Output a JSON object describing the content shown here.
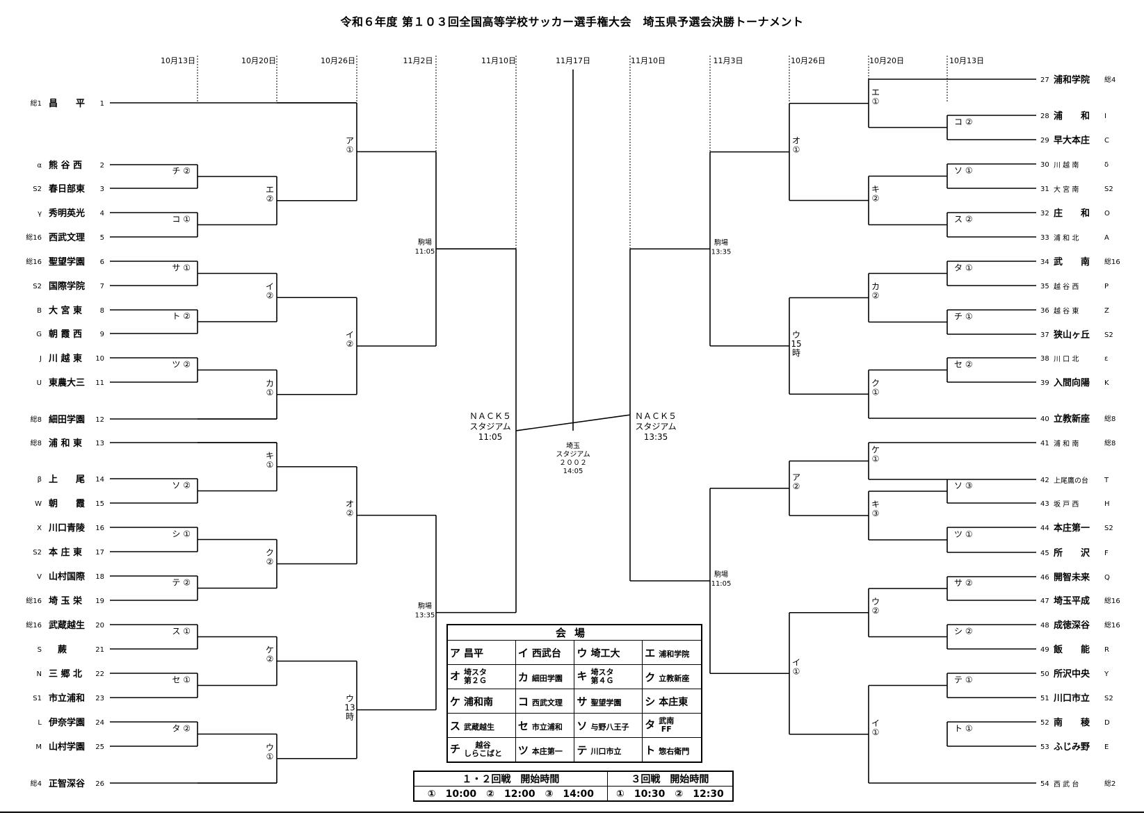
{
  "title": "令和６年度 第１０３回全国高等学校サッカー選手権大会　埼玉県予選会決勝トーナメント",
  "dates": [
    "10月13日",
    "10月20日",
    "10月26日",
    "11月2日",
    "11月10日",
    "11月17日",
    "11月10日",
    "11月3日",
    "10月26日",
    "10月20日",
    "10月13日"
  ],
  "teams": [
    {
      "no": "1",
      "name": "昌　　平",
      "seed": "総1"
    },
    {
      "no": "2",
      "name": "熊 谷 西",
      "seed": "α"
    },
    {
      "no": "3",
      "name": "春日部東",
      "seed": "S2"
    },
    {
      "no": "4",
      "name": "秀明英光",
      "seed": "γ"
    },
    {
      "no": "5",
      "name": "西武文理",
      "seed": "総16"
    },
    {
      "no": "6",
      "name": "聖望学園",
      "seed": "総16"
    },
    {
      "no": "7",
      "name": "国際学院",
      "seed": "S2"
    },
    {
      "no": "8",
      "name": "大 宮 東",
      "seed": "B"
    },
    {
      "no": "9",
      "name": "朝 霞 西",
      "seed": "G"
    },
    {
      "no": "10",
      "name": "川 越 東",
      "seed": "J"
    },
    {
      "no": "11",
      "name": "東農大三",
      "seed": "U"
    },
    {
      "no": "12",
      "name": "細田学園",
      "seed": "総8"
    },
    {
      "no": "13",
      "name": "浦 和 東",
      "seed": "総8"
    },
    {
      "no": "14",
      "name": "上　　尾",
      "seed": "β"
    },
    {
      "no": "15",
      "name": "朝　　霞",
      "seed": "W"
    },
    {
      "no": "16",
      "name": "川口青陵",
      "seed": "X"
    },
    {
      "no": "17",
      "name": "本 庄 東",
      "seed": "S2"
    },
    {
      "no": "18",
      "name": "山村国際",
      "seed": "V"
    },
    {
      "no": "19",
      "name": "埼 玉 栄",
      "seed": "総16"
    },
    {
      "no": "20",
      "name": "武蔵越生",
      "seed": "総16"
    },
    {
      "no": "21",
      "name": "　蕨　",
      "seed": "S"
    },
    {
      "no": "22",
      "name": "三 郷 北",
      "seed": "N"
    },
    {
      "no": "23",
      "name": "市立浦和",
      "seed": "S1"
    },
    {
      "no": "24",
      "name": "伊奈学園",
      "seed": "L"
    },
    {
      "no": "25",
      "name": "山村学園",
      "seed": "M"
    },
    {
      "no": "26",
      "name": "正智深谷",
      "seed": "総4"
    },
    {
      "no": "27",
      "name": "浦和学院",
      "seed": "総4"
    },
    {
      "no": "28",
      "name": "浦　　和",
      "seed": "I"
    },
    {
      "no": "29",
      "name": "早大本庄",
      "seed": "C"
    },
    {
      "no": "30",
      "name": "川 越 南",
      "seed": "δ"
    },
    {
      "no": "31",
      "name": "大 宮 南",
      "seed": "S2"
    },
    {
      "no": "32",
      "name": "庄　　和",
      "seed": "O"
    },
    {
      "no": "33",
      "name": "浦 和 北",
      "seed": "A"
    },
    {
      "no": "34",
      "name": "武　　南",
      "seed": "総16"
    },
    {
      "no": "35",
      "name": "越 谷 西",
      "seed": "P"
    },
    {
      "no": "36",
      "name": "越 谷 東",
      "seed": "Z"
    },
    {
      "no": "37",
      "name": "狭山ヶ丘",
      "seed": "S2"
    },
    {
      "no": "38",
      "name": "川 口 北",
      "seed": "ε"
    },
    {
      "no": "39",
      "name": "入間向陽",
      "seed": "K"
    },
    {
      "no": "40",
      "name": "立教新座",
      "seed": "総8"
    },
    {
      "no": "41",
      "name": "浦 和 南",
      "seed": "総8"
    },
    {
      "no": "42",
      "name": "上尾鷹の台",
      "seed": "T"
    },
    {
      "no": "43",
      "name": "坂 戸 西",
      "seed": "H"
    },
    {
      "no": "44",
      "name": "本庄第一",
      "seed": "S2"
    },
    {
      "no": "45",
      "name": "所　　沢",
      "seed": "F"
    },
    {
      "no": "46",
      "name": "開智未来",
      "seed": "Q"
    },
    {
      "no": "47",
      "name": "埼玉平成",
      "seed": "総16"
    },
    {
      "no": "48",
      "name": "成徳深谷",
      "seed": "総16"
    },
    {
      "no": "49",
      "name": "飯　　能",
      "seed": "R"
    },
    {
      "no": "50",
      "name": "所沢中央",
      "seed": "Y"
    },
    {
      "no": "51",
      "name": "川口市立",
      "seed": "S2"
    },
    {
      "no": "52",
      "name": "南　　稜",
      "seed": "D"
    },
    {
      "no": "53",
      "name": "ふじみ野",
      "seed": "E"
    },
    {
      "no": "54",
      "name": "西 武 台",
      "seed": "総2"
    }
  ],
  "match_labels": {
    "r1_left": [
      "チ ②",
      "コ ①",
      "サ ①",
      "ト ②",
      "ツ ②",
      "ソ ②",
      "シ ①",
      "テ ②",
      "ス ①",
      "セ ①",
      "タ ②"
    ],
    "r2_left": [
      "エ\n②",
      "イ\n②",
      "カ\n①",
      "キ\n①",
      "ク\n②",
      "ケ\n②",
      "ウ\n①"
    ],
    "r3_left": [
      "ア\n①",
      "イ\n②",
      "オ\n②",
      "ウ\n13\n時"
    ],
    "r1_right": [
      "コ ②",
      "ソ ①",
      "ス ②",
      "タ ①",
      "チ ①",
      "セ ②",
      "ソ ③",
      "ツ ①",
      "サ ②",
      "シ ②",
      "テ ①",
      "ト ①"
    ],
    "r2_right": [
      "エ\n①",
      "キ\n②",
      "カ\n②",
      "ク\n①",
      "ケ\n①",
      "キ\n③",
      "ウ\n②",
      "イ\n①"
    ],
    "r3_right": [
      "オ\n①",
      "ウ\n15\n時",
      "ア\n②",
      "イ\n①"
    ]
  },
  "qf_venues": {
    "left_top": {
      "venue": "駒場",
      "time": "11:05"
    },
    "left_bottom": {
      "venue": "駒場",
      "time": "13:35"
    },
    "right_top": {
      "venue": "駒場",
      "time": "13:35"
    },
    "right_bottom": {
      "venue": "駒場",
      "time": "11:05"
    }
  },
  "semifinal": {
    "left": {
      "venue_line1": "ＮＡＣＫ５",
      "venue_line2": "スタジアム",
      "time": "11:05"
    },
    "right": {
      "venue_line1": "ＮＡＣＫ５",
      "venue_line2": "スタジアム",
      "time": "13:35"
    }
  },
  "final": {
    "line1": "埼玉",
    "line2": "スタジアム",
    "line3": "２００２",
    "time": "14:05"
  },
  "venue_table": {
    "header": "会場",
    "rows": [
      [
        {
          "k": "ア",
          "v": "昌平"
        },
        {
          "k": "イ",
          "v": "西武台"
        },
        {
          "k": "ウ",
          "v": "埼工大"
        },
        {
          "k": "エ",
          "v": "浦和学院",
          "small": true
        }
      ],
      [
        {
          "k": "オ",
          "v": "埼スタ\n第２Ｇ",
          "two": true
        },
        {
          "k": "カ",
          "v": "細田学園",
          "small": true
        },
        {
          "k": "キ",
          "v": "埼スタ\n第４Ｇ",
          "two": true
        },
        {
          "k": "ク",
          "v": "立教新座",
          "small": true
        }
      ],
      [
        {
          "k": "ケ",
          "v": "浦和南"
        },
        {
          "k": "コ",
          "v": "西武文理",
          "small": true
        },
        {
          "k": "サ",
          "v": "聖望学園",
          "small": true
        },
        {
          "k": "シ",
          "v": "本庄東"
        }
      ],
      [
        {
          "k": "ス",
          "v": "武蔵越生",
          "small": true
        },
        {
          "k": "セ",
          "v": "市立浦和",
          "small": true
        },
        {
          "k": "ソ",
          "v": "与野八王子",
          "small": true
        },
        {
          "k": "タ",
          "v": "武南\nFF",
          "two": true
        }
      ],
      [
        {
          "k": "チ",
          "v": "越谷\nしらこばと",
          "two": true
        },
        {
          "k": "ツ",
          "v": "本庄第一",
          "small": true
        },
        {
          "k": "テ",
          "v": "川口市立",
          "small": true
        },
        {
          "k": "ト",
          "v": "惣右衛門",
          "small": true
        }
      ]
    ]
  },
  "start_times": {
    "r12_header": "１・２回戦　開始時間",
    "r12_times": "①　10:00　②　12:00　③　14:00",
    "r3_header": "３回戦　開始時間",
    "r3_times": "①　10:30　②　12:30"
  }
}
